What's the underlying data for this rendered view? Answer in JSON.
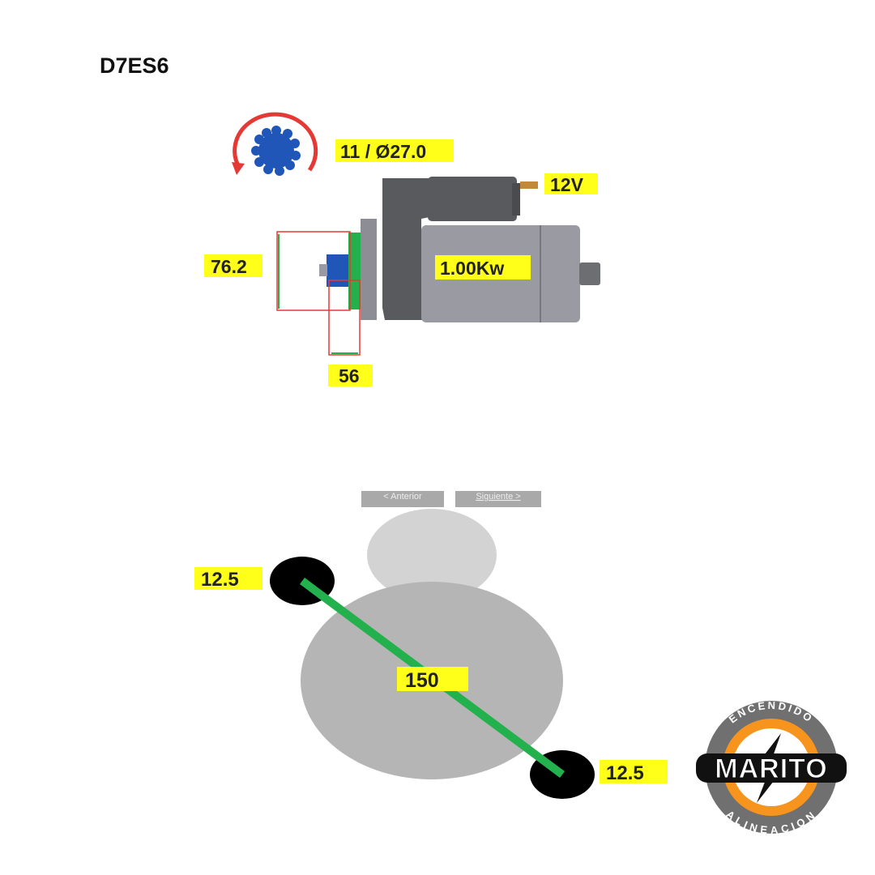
{
  "title": "D7ES6",
  "starter": {
    "pinion": "11 / Ø27.0",
    "voltage": "12V",
    "power": "1.00Kw",
    "flange_diameter": "76.2",
    "pinion_offset": "56"
  },
  "mounting": {
    "nav_prev": "< Anterior",
    "nav_next": "Siguiente >",
    "hole_top": "12.5",
    "distance": "150",
    "hole_bottom": "12.5"
  },
  "logo": {
    "top": "ENCENDIDO",
    "name": "MARITO",
    "bottom": "ALINEACION"
  },
  "colors": {
    "label_bg": "#ffff1a",
    "dimension_green": "#22b14c",
    "dimension_red": "#e53935",
    "gear_blue": "#1f56b8",
    "body_gray": "#9a9ba2",
    "accent_orange": "#f7941d"
  }
}
